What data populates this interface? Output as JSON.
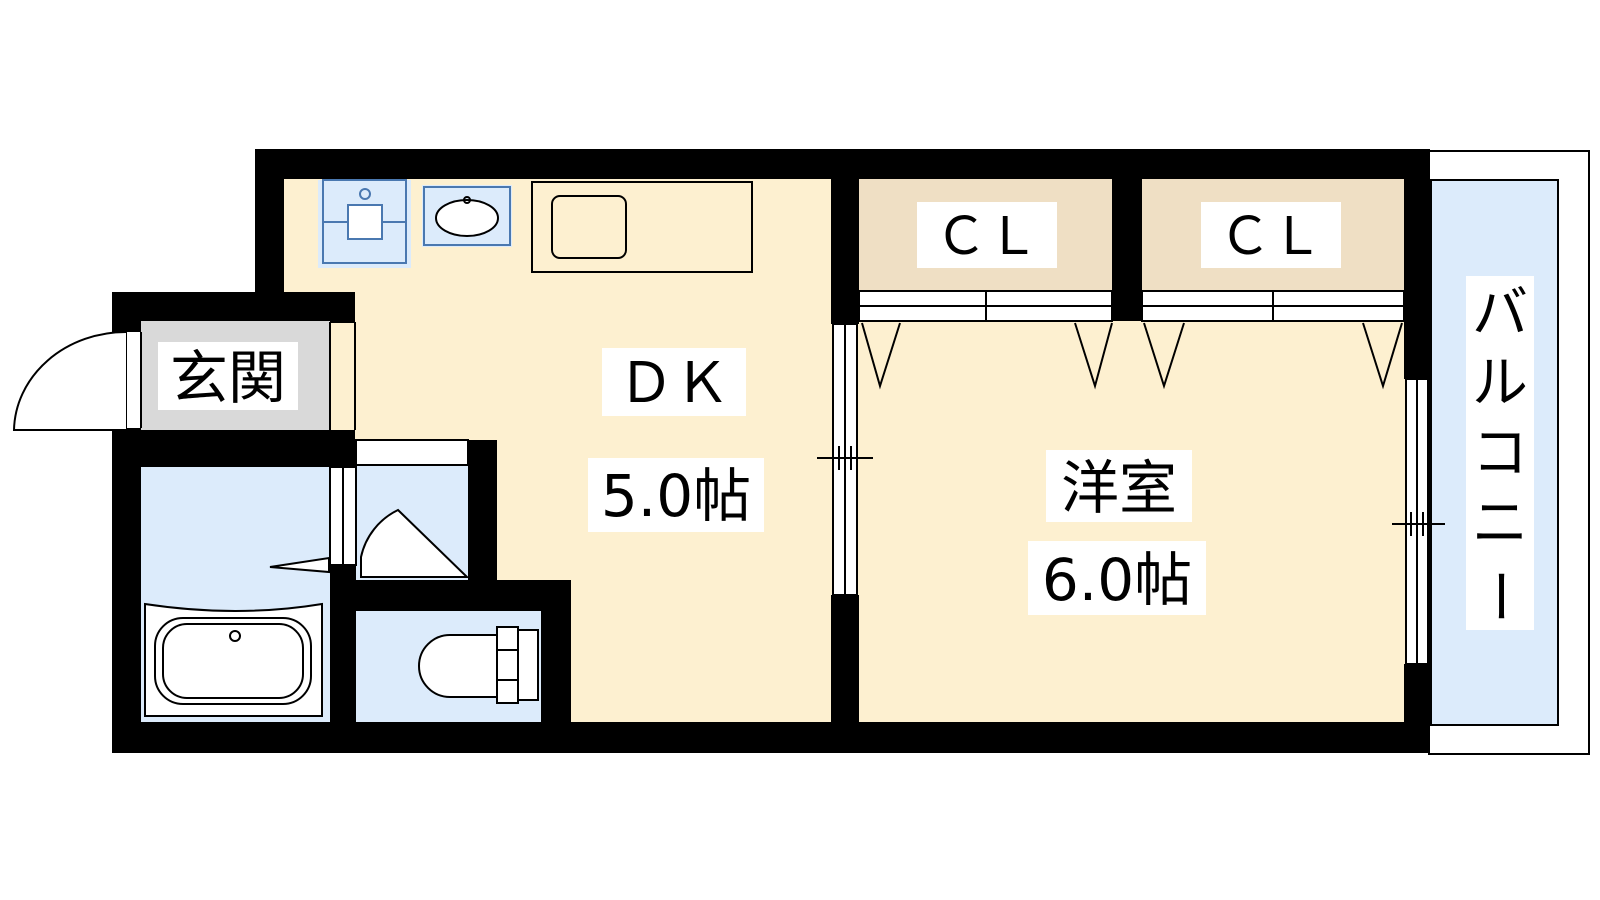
{
  "rooms": {
    "entrance": "玄関",
    "dk_name": "ＤＫ",
    "dk_size": "5.0帖",
    "western_name": "洋室",
    "western_size": "6.0帖",
    "closet_1": "ＣＬ",
    "closet_2": "ＣＬ",
    "balcony": [
      "バ",
      "ル",
      "コ",
      "ニ",
      "ー"
    ]
  },
  "colors": {
    "floor": "#fdf0d0",
    "closet": "#efdfc4",
    "wet_area": "#dcebfb",
    "entrance": "#d9d9d9",
    "wall": "#000000",
    "label_bg": "#ffffff"
  }
}
